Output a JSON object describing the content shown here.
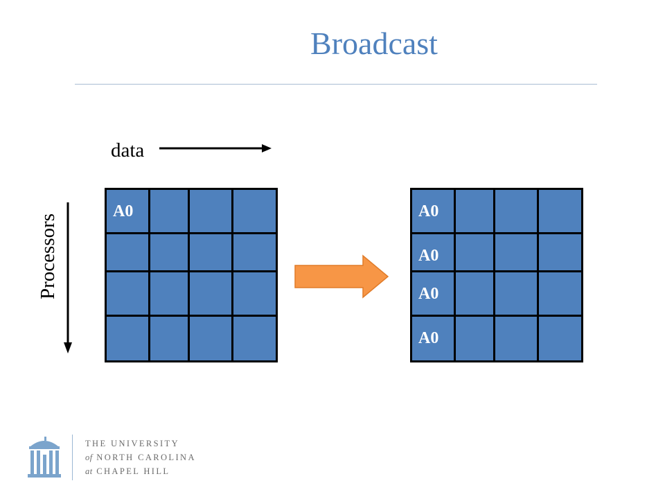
{
  "slide": {
    "title": "Broadcast",
    "data_label": "data",
    "processors_label": "Processors"
  },
  "grids": {
    "before": {
      "rows": 4,
      "cols": 4,
      "labels": [
        [
          "A0",
          "",
          "",
          ""
        ],
        [
          "",
          "",
          "",
          ""
        ],
        [
          "",
          "",
          "",
          ""
        ],
        [
          "",
          "",
          "",
          ""
        ]
      ]
    },
    "after": {
      "rows": 4,
      "cols": 4,
      "labels": [
        [
          "A0",
          "",
          "",
          ""
        ],
        [
          "A0",
          "",
          "",
          ""
        ],
        [
          "A0",
          "",
          "",
          ""
        ],
        [
          "A0",
          "",
          "",
          ""
        ]
      ]
    }
  },
  "colors": {
    "title": "#4f81bd",
    "cell": "#4f81bd",
    "arrow": "#f79646"
  },
  "footer": {
    "line1": "THE UNIVERSITY",
    "line2_prefix": "of",
    "line2_main": "NORTH CAROLINA",
    "line3_prefix": "at",
    "line3_main": "CHAPEL HILL"
  }
}
